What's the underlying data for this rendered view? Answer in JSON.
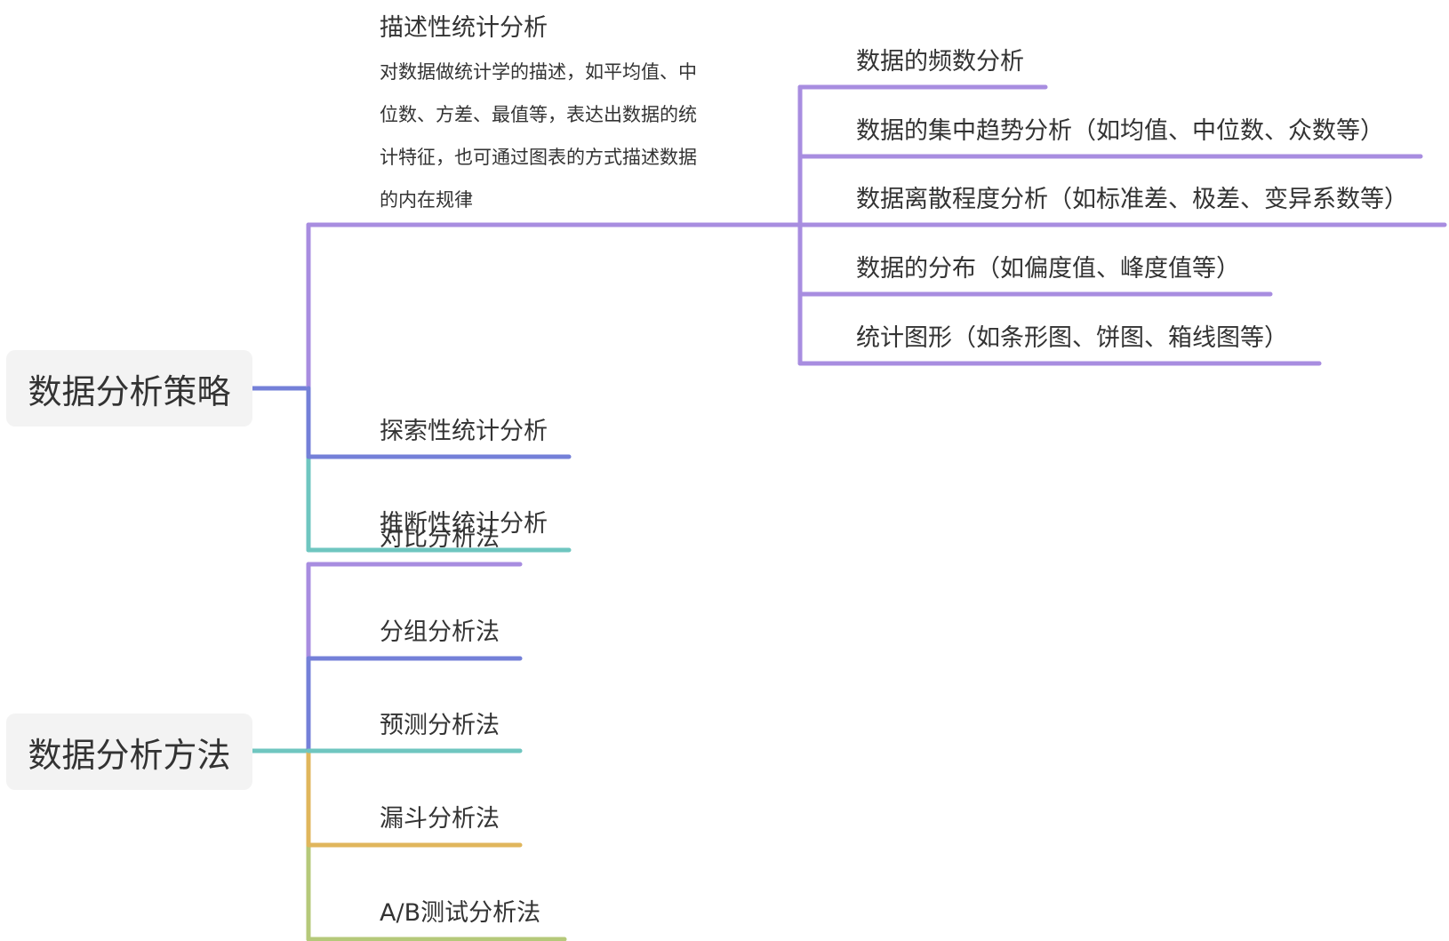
{
  "colors": {
    "root_box": "#f3f3f3",
    "text": "#333333",
    "purple": "#a88de0",
    "indigo": "#7480d8",
    "teal": "#6fc6c0",
    "mustard": "#e0b65c",
    "olive": "#b5c97a"
  },
  "strategy": {
    "title": "数据分析策略",
    "branches": [
      {
        "label": "描述性统计分析",
        "note_lines": [
          "对数据做统计学的描述，如平均值、中",
          "位数、方差、最值等，表达出数据的统",
          "计特征，也可通过图表的方式描述数据",
          "的内在规律"
        ],
        "children": [
          "数据的频数分析",
          "数据的集中趋势分析（如均值、中位数、众数等）",
          "数据离散程度分析（如标准差、极差、变异系数等）",
          "数据的分布（如偏度值、峰度值等）",
          "统计图形（如条形图、饼图、箱线图等）"
        ]
      },
      {
        "label": "探索性统计分析",
        "children": []
      },
      {
        "label": "推断性统计分析",
        "children": []
      }
    ]
  },
  "methods": {
    "title": "数据分析方法",
    "branches": [
      {
        "label": "对比分析法"
      },
      {
        "label": "分组分析法"
      },
      {
        "label": "预测分析法"
      },
      {
        "label": "漏斗分析法"
      },
      {
        "label": "A/B测试分析法"
      }
    ]
  }
}
